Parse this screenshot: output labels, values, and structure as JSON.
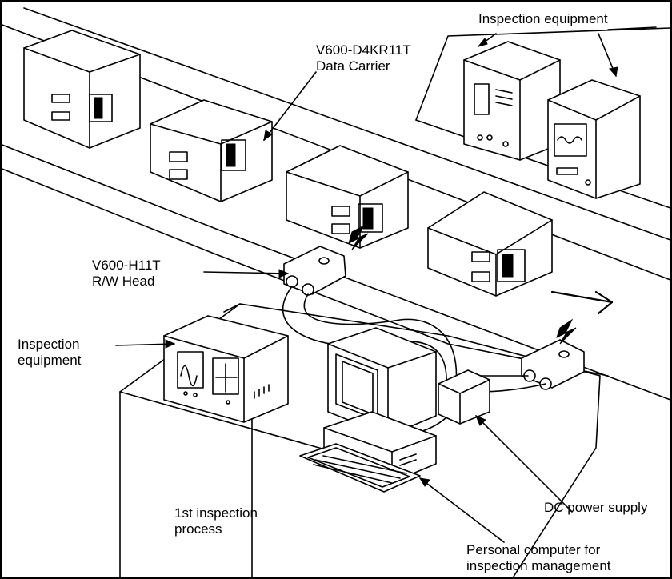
{
  "labels": {
    "inspection_equipment_top": "Inspection equipment",
    "data_carrier_line1": "V600-D4KR11T",
    "data_carrier_line2": "Data Carrier",
    "rw_head_line1": "V600-H11T",
    "rw_head_line2": "R/W Head",
    "inspection_equipment_left_line1": "Inspection",
    "inspection_equipment_left_line2": "equipment",
    "process_line1": "1st inspection",
    "process_line2": "process",
    "dc_power_supply": "DC power supply",
    "pc_line1": "Personal computer for",
    "pc_line2": "inspection management"
  }
}
